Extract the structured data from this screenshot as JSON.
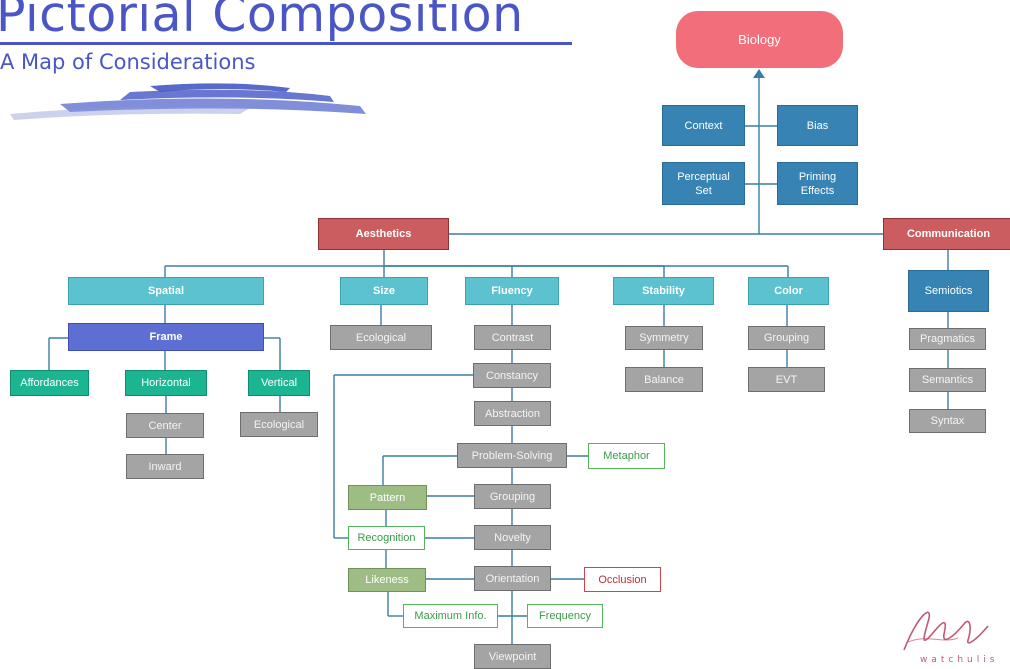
{
  "header": {
    "title": "Pictorial Composition",
    "subtitle": "A Map of Considerations"
  },
  "colors": {
    "title": "#4a56c6",
    "teal": "#5cc2cf",
    "blue": "#3783b4",
    "red": "#cb5c5f",
    "pink": "#f26e7a",
    "indigo": "#5e6fd4",
    "green": "#1bb592",
    "grey": "#a4a4a4",
    "olive": "#9dbd85",
    "connector": "#3a7ca5"
  },
  "nodes": {
    "biology": "Biology",
    "context": "Context",
    "bias": "Bias",
    "perceptual_set": "Perceptual\nSet",
    "priming_effects": "Priming\nEffects",
    "aesthetics": "Aesthetics",
    "communication": "Communication",
    "spatial": "Spatial",
    "size": "Size",
    "fluency": "Fluency",
    "stability": "Stability",
    "color": "Color",
    "semiotics": "Semiotics",
    "frame": "Frame",
    "affordances": "Affordances",
    "horizontal": "Horizontal",
    "vertical": "Vertical",
    "center": "Center",
    "inward": "Inward",
    "ecological_frame": "Ecological",
    "ecological_size": "Ecological",
    "contrast": "Contrast",
    "constancy": "Constancy",
    "abstraction": "Abstraction",
    "problem_solving": "Problem-Solving",
    "metaphor": "Metaphor",
    "pattern": "Pattern",
    "grouping_fluency": "Grouping",
    "recognition": "Recognition",
    "novelty": "Novelty",
    "likeness": "Likeness",
    "orientation": "Orientation",
    "occlusion": "Occlusion",
    "maximum_info": "Maximum  Info.",
    "frequency": "Frequency",
    "viewpoint": "Viewpoint",
    "symmetry": "Symmetry",
    "balance": "Balance",
    "grouping_color": "Grouping",
    "evt": "EVT",
    "pragmatics": "Pragmatics",
    "semantics": "Semantics",
    "syntax": "Syntax"
  },
  "signature": {
    "text": "watchulis"
  }
}
